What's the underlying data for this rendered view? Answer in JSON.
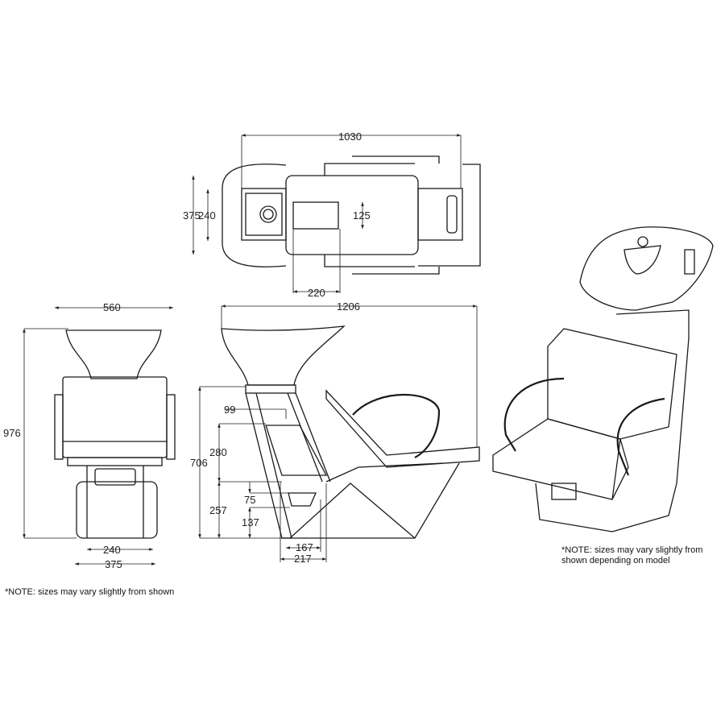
{
  "top_view": {
    "dims": {
      "length": "1030",
      "width_outer": "375",
      "width_inner": "240",
      "cutout_height": "125",
      "cutout_width": "220"
    }
  },
  "front_view": {
    "dims": {
      "width": "560",
      "height": "976",
      "base_inner": "240",
      "base_outer": "375"
    }
  },
  "side_view": {
    "dims": {
      "length": "1206",
      "height": "706",
      "upper": "280",
      "lower": "257",
      "offset": "99",
      "slot": "75",
      "slot_height": "137",
      "base_inner": "167",
      "base_outer": "217"
    }
  },
  "notes": {
    "left": "*NOTE: sizes may vary slightly from shown",
    "right_line1": "*NOTE: sizes may vary slightly from",
    "right_line2": "shown depending on model"
  }
}
